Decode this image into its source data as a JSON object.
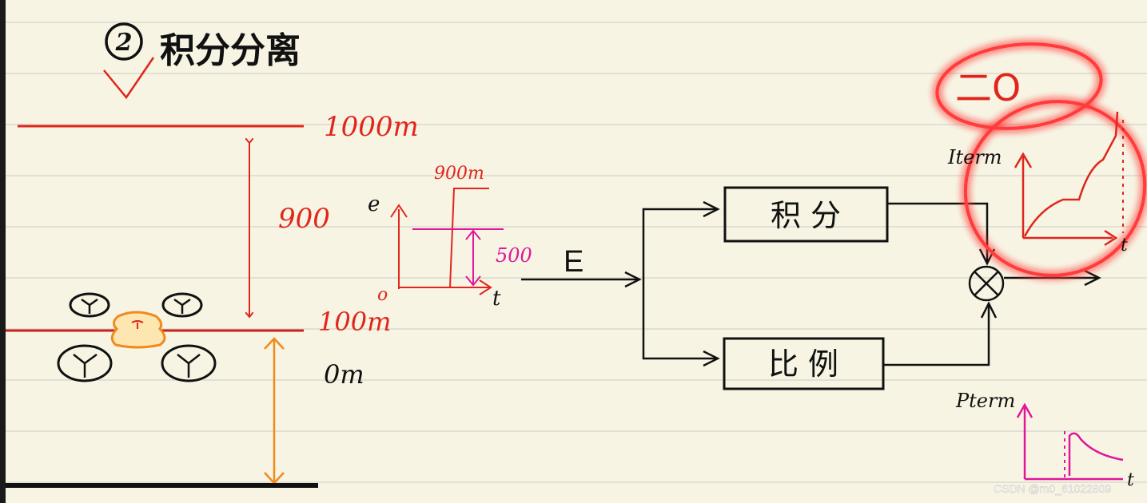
{
  "title": {
    "number": "2",
    "text": "积分分离"
  },
  "altitude": {
    "top": "1000m",
    "delta": "900",
    "mid": "100m",
    "ground": "0m"
  },
  "error_plot": {
    "ylabel": "e",
    "xlabel": "t",
    "origin": "o",
    "top_label": "900m",
    "threshold": "500"
  },
  "signal_label": "E",
  "blocks": {
    "integral": "积 分",
    "proportional": "比 例"
  },
  "iterm_plot": {
    "ylabel": "Iterm",
    "xlabel": "t",
    "annotation": "二O"
  },
  "pterm_plot": {
    "ylabel": "Pterm",
    "xlabel": "t"
  },
  "watermark": "CSDN @m0_61022809",
  "colors": {
    "paper": "#f7f4e3",
    "rule": "#dcdad0",
    "red": "#e0261c",
    "orange": "#f08a1c",
    "magenta": "#e0179a",
    "ink": "#111111"
  }
}
